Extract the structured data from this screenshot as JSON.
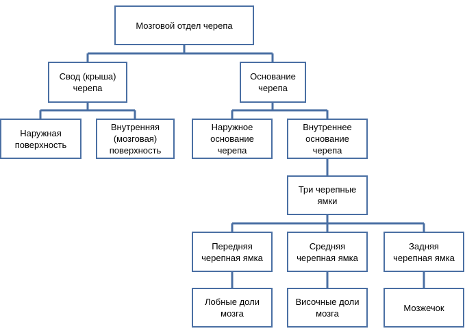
{
  "diagram": {
    "line_color": "#4a6fa3",
    "root": "Мозговой отдел черепа",
    "vault": "Свод (крыша)\nчерепа",
    "base": "Основание\nчерепа",
    "outer_surface": "Наружная\nповерхность",
    "inner_surface": "Внутренняя\n(мозговая)\nповерхность",
    "outer_base": "Наружное\nоснование\nчерепа",
    "inner_base": "Внутреннее\nоснование\nчерепа",
    "three_fossae": "Три черепные\nямки",
    "anterior_fossa": "Передняя\nчерепная ямка",
    "middle_fossa": "Средняя\nчерепная ямка",
    "posterior_fossa": "Задняя\nчерепная ямка",
    "frontal_lobes": "Лобные доли\nмозга",
    "temporal_lobes": "Височные доли\nмозга",
    "cerebellum": "Мозжечок"
  }
}
